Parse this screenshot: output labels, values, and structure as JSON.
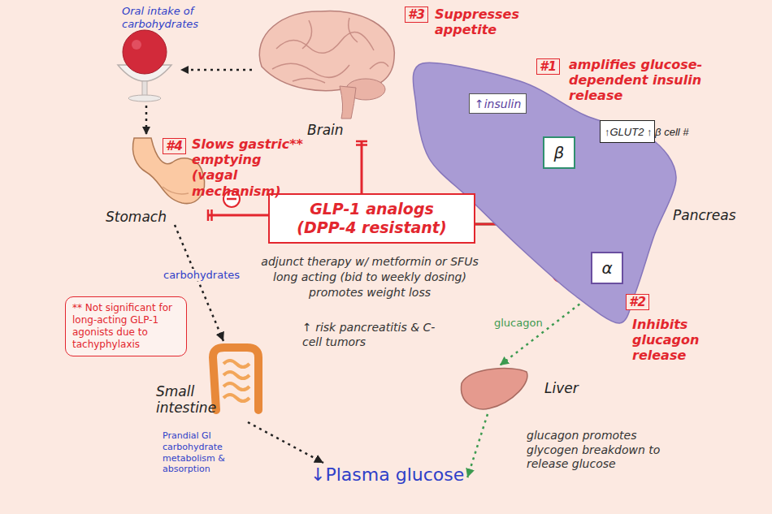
{
  "diagram": {
    "nodes": [
      {
        "text": [
          "Brain"
        ]
      },
      {
        "text": [
          "Pancreas"
        ]
      },
      {
        "text": [
          "↑insulin"
        ],
        "in": 1
      },
      {
        "text": [
          "↑GLUT2 ↑ β cell #"
        ],
        "in": 1
      },
      {
        "text": [
          "β"
        ],
        "in": 1
      },
      {
        "text": [
          "α"
        ],
        "in": 1
      },
      {
        "text": [
          "Stomach"
        ]
      },
      {
        "text": [
          "GLP-1 analogs (DPP-4 resistant)"
        ]
      },
      {
        "text": [
          "** Not significant for long-acting GLP-1 agonists due to tachyphylaxis"
        ]
      },
      {
        "text": [
          "Small intestine"
        ]
      },
      {
        "text": [
          "Liver"
        ]
      },
      {
        "text": [
          "↓Plasma glucose"
        ]
      }
    ],
    "edges": [
      {
        "from": 7,
        "to": 0,
        "arrow": "to"
      },
      {
        "from": 7,
        "to": 6,
        "arrow": "to"
      },
      {
        "from": 7,
        "to": 4,
        "arrow": "to"
      },
      {
        "from": 7,
        "to": 5,
        "arrow": "to"
      },
      {
        "from": 6,
        "to": 9,
        "label": "carbohydrates",
        "arrow": "to"
      },
      {
        "from": 9,
        "to": 11,
        "arrow": "to"
      },
      {
        "from": 5,
        "to": 10,
        "label": "glucagon",
        "arrow": "to"
      },
      {
        "from": 10,
        "to": 11,
        "arrow": "to"
      }
    ],
    "labels": [
      "Oral intake of carbohydrates",
      "#3",
      "Suppresses appetite",
      "#1",
      "amplifies glucose-dependent insulin release",
      "#4",
      "Slows gastric** emptying (vagal mechanism)",
      "adjunct therapy w/ metformin or SFUs",
      "long acting (bid to weekly dosing)",
      "promotes weight loss",
      "↑ risk pancreatitis & C-cell tumors",
      "#2",
      "Inhibits glucagon release",
      "Prandial GI carbohydrate metabolism & absorption",
      "glucagon promotes glycogen breakdown to release glucose"
    ]
  }
}
